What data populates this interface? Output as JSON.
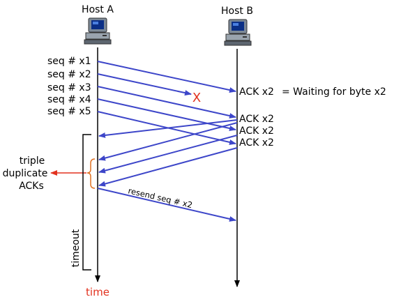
{
  "hosts": {
    "a_label": "Host A",
    "b_label": "Host B"
  },
  "sequence_labels": [
    "seq # x1",
    "seq # x2",
    "seq # x3",
    "seq # x4",
    "seq # x5"
  ],
  "acks": {
    "first": "ACK x2",
    "first_note": "= Waiting for byte x2",
    "dupes": [
      "ACK x2",
      "ACK x2",
      "ACK x2"
    ]
  },
  "loss_marker": "X",
  "triple_dup_label": [
    "triple",
    "duplicate",
    "ACKs"
  ],
  "resend_label": "resend seq # x2",
  "timeout_label": "timeout",
  "time_label": "time",
  "colors": {
    "arrow": "#3d46c9",
    "highlight": "#e2321f",
    "brace": "#e07020",
    "text": "#000000"
  },
  "icons": [
    "computer-icon",
    "computer-icon"
  ]
}
